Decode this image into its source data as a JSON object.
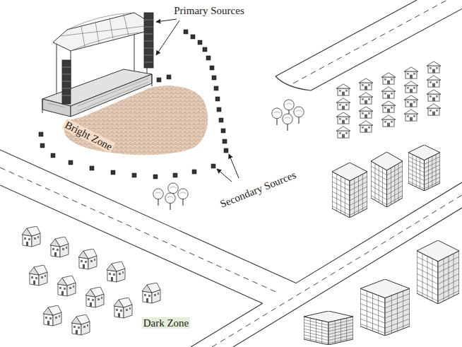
{
  "diagram": {
    "nodes": [
      {
        "text": [
          "Bright Zone"
        ]
      },
      {
        "text": [
          "Dark Zone"
        ]
      }
    ],
    "labels": [
      "Primary Sources",
      "Secondary Sources"
    ]
  }
}
